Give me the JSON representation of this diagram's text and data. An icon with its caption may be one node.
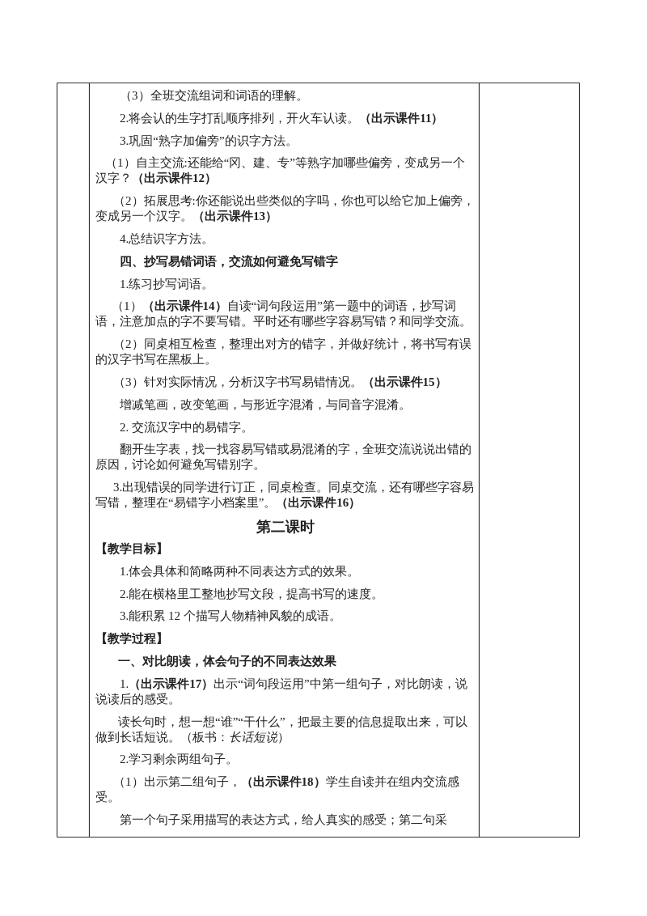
{
  "diagram": {
    "labels": [
      "（3）全班交流组词和词语的理解。",
      "2.将会认的生字打乱顺序排列，开火车认读。**（出示课件11）**",
      "3.巩固“熟字加偏旁”的识字方法。",
      "（1）自主交流:还能给“冈、建、专”等熟字加哪些偏旁，变成另一个汉字？**（出示课件12）**",
      "（2）拓展思考:你还能说出些类似的字吗，你也可以给它加上偏旁，变成另一个汉字。**（出示课件13）**",
      "4.总结识字方法。",
      "四、抄写易错词语，交流如何避免写错字",
      "1.练习抄写词语。",
      "（1）**（出示课件14）**自读“词句段运用”第一题中的词语，抄写词语，注意加点的字不要写错。平时还有哪些字容易写错？和同学交流。",
      "（2）同桌相互检查，整理出对方的错字，并做好统计，将书写有误的汉字书写在黑板上。",
      "（3）针对实际情况，分析汉字书写易错情况。**（出示课件15）**",
      "增减笔画，改变笔画，与形近字混淆，与同音字混淆。",
      "2.  交流汉字中的易错字。",
      "翻开生字表，找一找容易写错或易混淆的字，全班交流说说出错的原因，讨论如何避免写错别字。",
      "3.出现错误的同学进行订正，同桌检查。同桌交流，还有哪些字容易写错，整理在“易错字小档案里”。**（出示课件16）**",
      "第二课时",
      "【教学目标】",
      "1.体会具体和简略两种不同表达方式的效果。",
      "2.能在横格里工整地抄写文段，提高书写的速度。",
      "3.能积累 12 个描写人物精神风貌的成语。",
      "【教学过程】",
      "一、对比朗读，体会句子的不同表达效果",
      "1.**（出示课件17）**出示“词句段运用”中第一组句子，对比朗读，说说读后的感受。",
      "读长句时，想一想“谁”“干什么”，把最主要的信息提取出来，可以做到长话短说。（板书：*长话短说*）",
      "2.学习剩余两组句子。",
      "（1）出示第二组句子，**（出示课件18）**学生自读并在组内交流感受。",
      "第一个句子采用描写的表达方式，给人真实的感受；第二句采"
    ]
  }
}
